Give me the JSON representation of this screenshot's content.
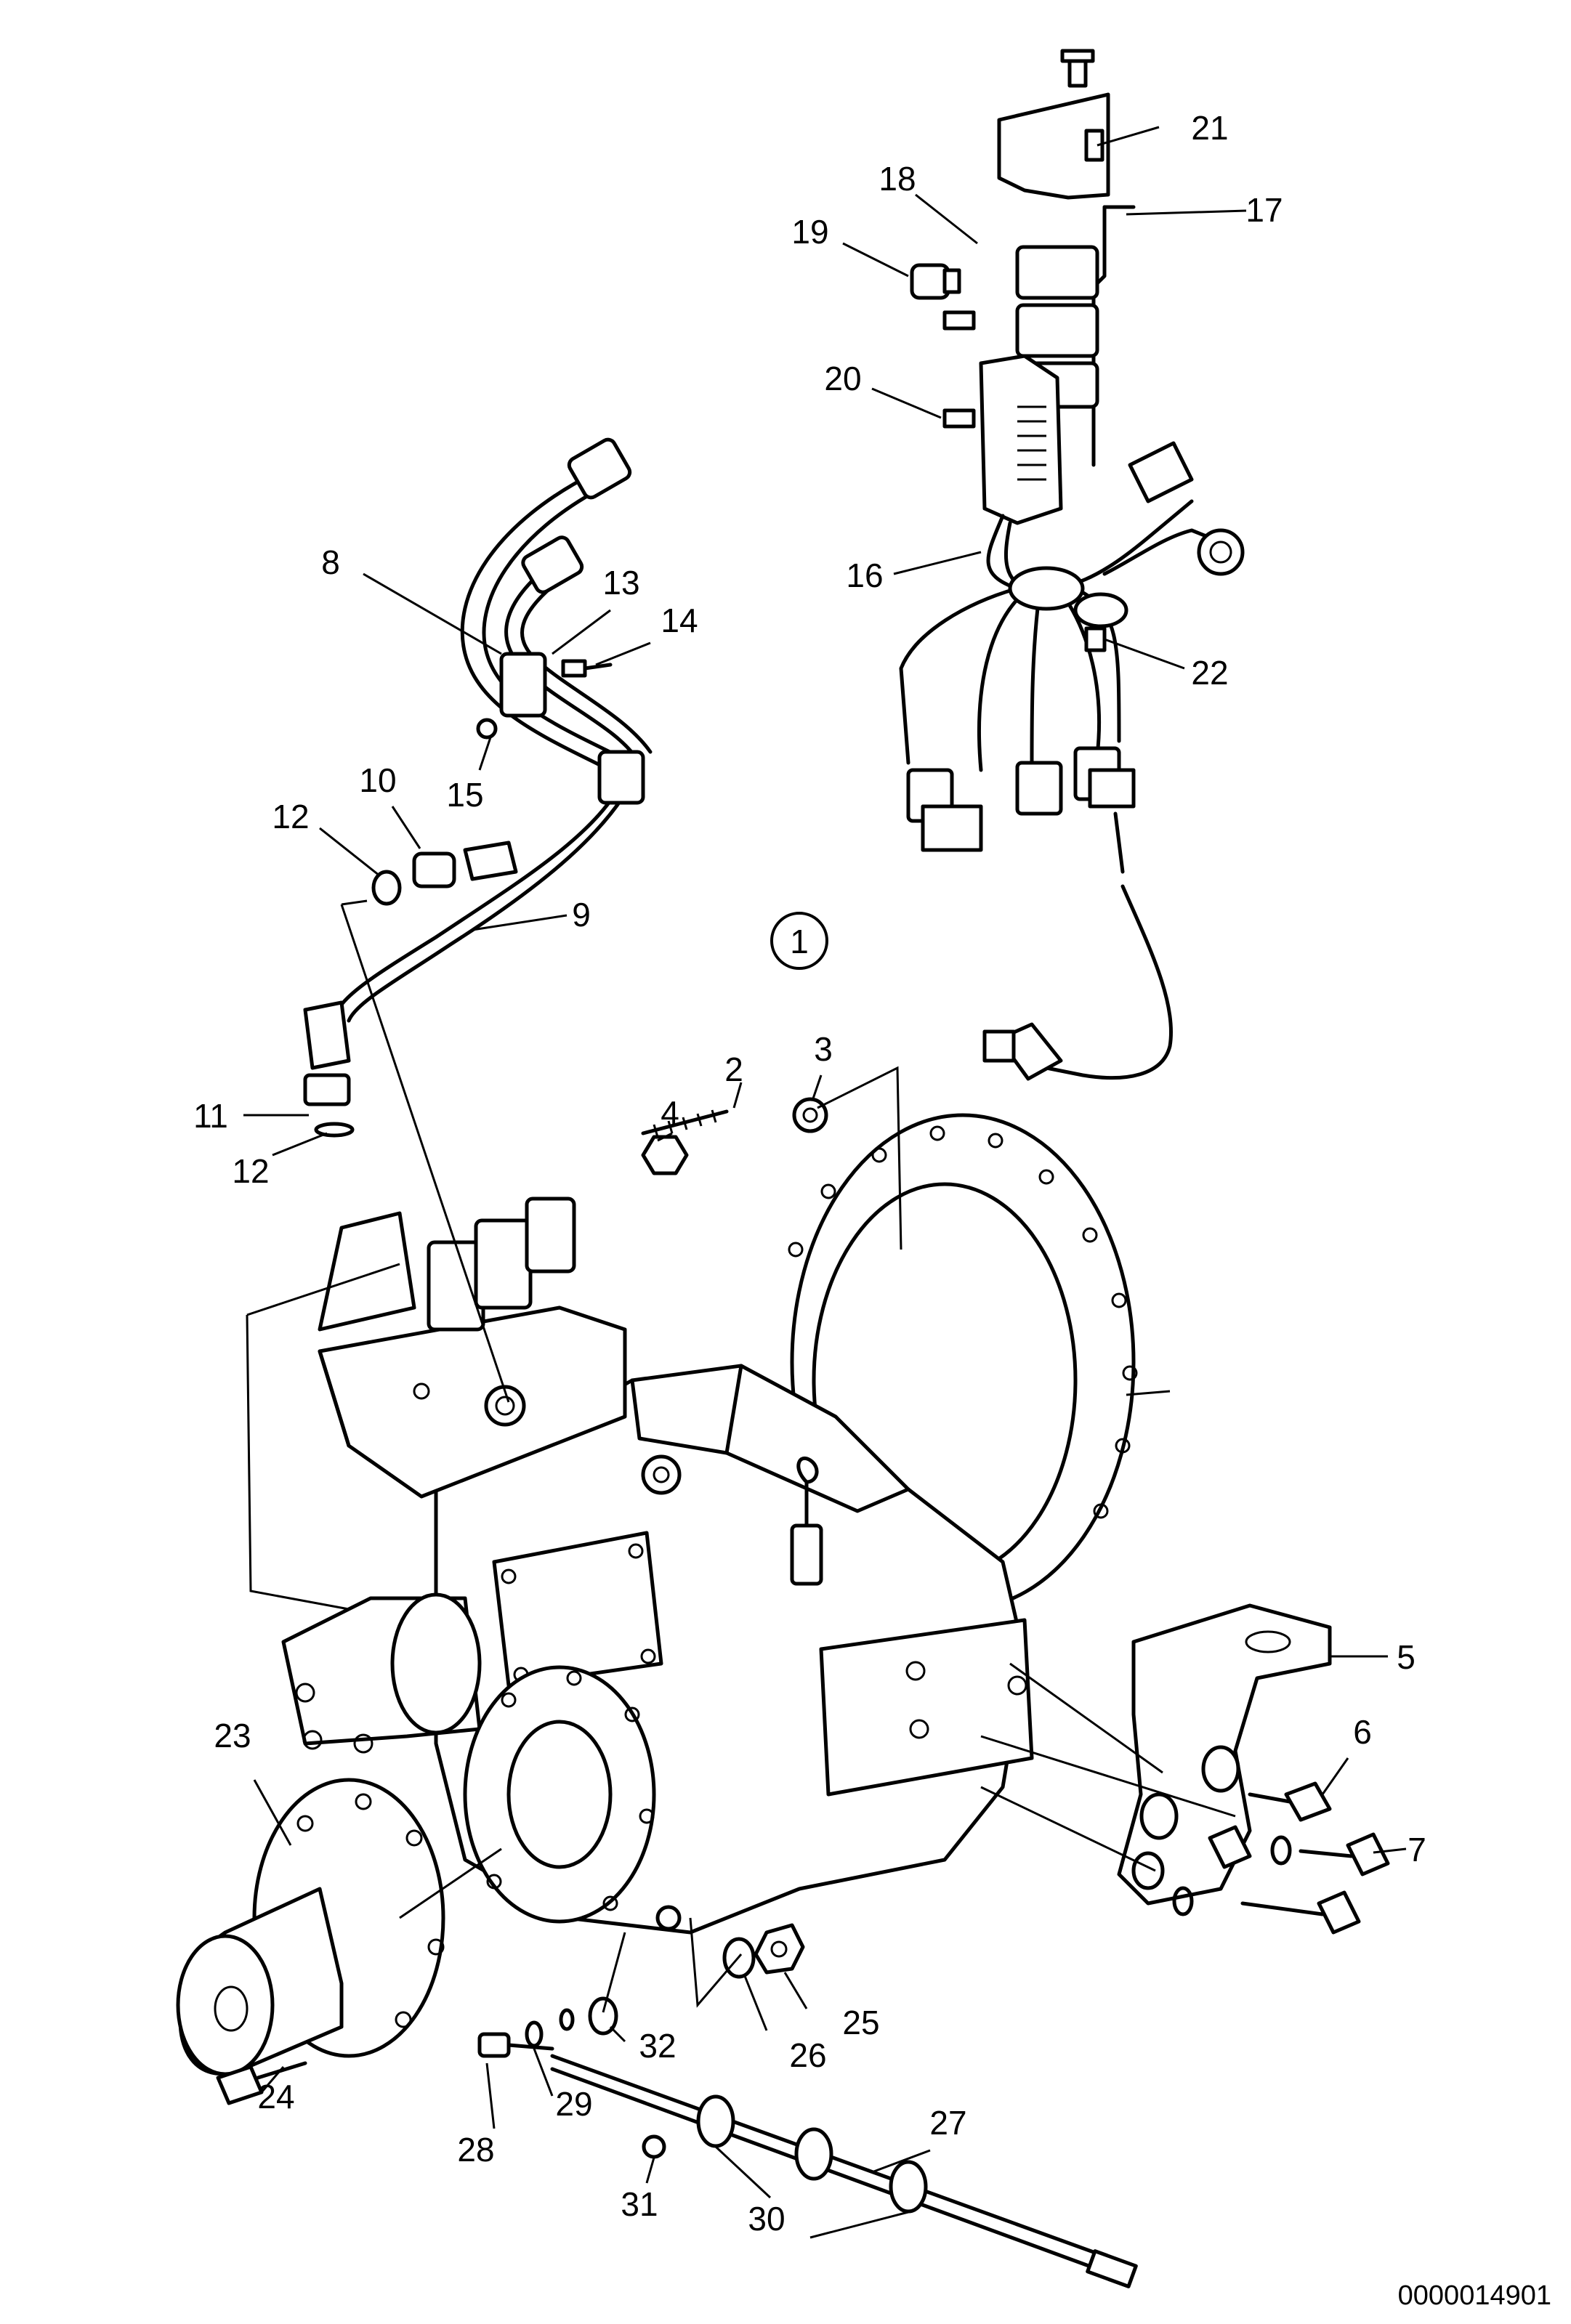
{
  "diagram": {
    "assembly_marker": "1",
    "document_number": "0000014901",
    "callouts": [
      {
        "id": "c2",
        "label": "2"
      },
      {
        "id": "c3",
        "label": "3"
      },
      {
        "id": "c4",
        "label": "4"
      },
      {
        "id": "c5",
        "label": "5"
      },
      {
        "id": "c6",
        "label": "6"
      },
      {
        "id": "c7",
        "label": "7"
      },
      {
        "id": "c8",
        "label": "8"
      },
      {
        "id": "c9",
        "label": "9"
      },
      {
        "id": "c10",
        "label": "10"
      },
      {
        "id": "c11",
        "label": "11"
      },
      {
        "id": "c12a",
        "label": "12"
      },
      {
        "id": "c12b",
        "label": "12"
      },
      {
        "id": "c13",
        "label": "13"
      },
      {
        "id": "c14",
        "label": "14"
      },
      {
        "id": "c15",
        "label": "15"
      },
      {
        "id": "c16",
        "label": "16"
      },
      {
        "id": "c17",
        "label": "17"
      },
      {
        "id": "c18",
        "label": "18"
      },
      {
        "id": "c19",
        "label": "19"
      },
      {
        "id": "c20",
        "label": "20"
      },
      {
        "id": "c21",
        "label": "21"
      },
      {
        "id": "c22",
        "label": "22"
      },
      {
        "id": "c23",
        "label": "23"
      },
      {
        "id": "c24",
        "label": "24"
      },
      {
        "id": "c25",
        "label": "25"
      },
      {
        "id": "c26",
        "label": "26"
      },
      {
        "id": "c27",
        "label": "27"
      },
      {
        "id": "c28",
        "label": "28"
      },
      {
        "id": "c29",
        "label": "29"
      },
      {
        "id": "c30",
        "label": "30"
      },
      {
        "id": "c31",
        "label": "31"
      },
      {
        "id": "c32",
        "label": "32"
      }
    ]
  }
}
